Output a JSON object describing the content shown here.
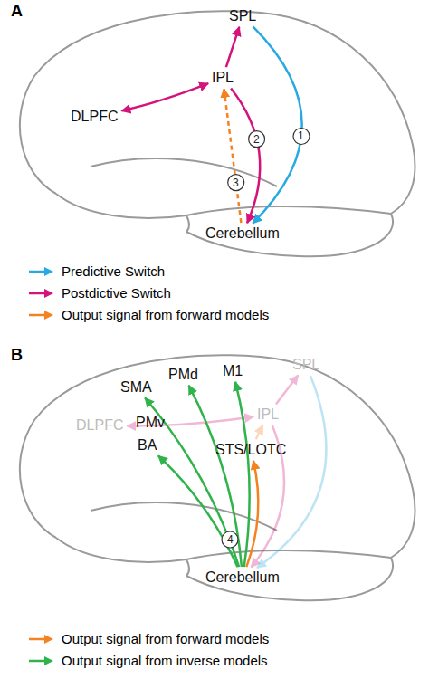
{
  "diagram": {
    "nodes": [
      {
        "text": [
          "SPL"
        ]
      },
      {
        "text": [
          "IPL"
        ]
      },
      {
        "text": [
          "DLPFC"
        ]
      },
      {
        "text": [
          "Cerebellum"
        ]
      },
      {
        "text": [
          "SMA"
        ]
      },
      {
        "text": [
          "PMd"
        ]
      },
      {
        "text": [
          "M1"
        ]
      },
      {
        "text": [
          "SPL"
        ]
      },
      {
        "text": [
          "DLPFC"
        ]
      },
      {
        "text": [
          "IPL"
        ]
      },
      {
        "text": [
          "PMv"
        ]
      },
      {
        "text": [
          "BA"
        ]
      },
      {
        "text": [
          "STS/LOTC"
        ]
      },
      {
        "text": [
          "Cerebellum"
        ]
      }
    ],
    "edges": [
      {
        "from": 2,
        "to": 1,
        "arrow": "both"
      },
      {
        "from": 1,
        "to": 0,
        "arrow": "to"
      },
      {
        "from": 0,
        "to": 3,
        "arrow": "to",
        "label": "1"
      },
      {
        "from": 1,
        "to": 3,
        "arrow": "to",
        "label": "2"
      },
      {
        "from": 3,
        "to": 1,
        "arrow": "to",
        "label": "3"
      },
      {
        "from": 8,
        "to": 9,
        "arrow": "both"
      },
      {
        "from": 9,
        "to": 7,
        "arrow": "to"
      },
      {
        "from": 9,
        "to": 13,
        "arrow": "to"
      },
      {
        "from": 7,
        "to": 13,
        "arrow": "to"
      },
      {
        "from": 12,
        "to": 9,
        "arrow": "to"
      },
      {
        "from": 13,
        "to": 12,
        "arrow": "to"
      },
      {
        "from": 13,
        "to": 4,
        "arrow": "to"
      },
      {
        "from": 13,
        "to": 5,
        "arrow": "to"
      },
      {
        "from": 13,
        "to": 6,
        "arrow": "to"
      },
      {
        "from": 13,
        "to": 11,
        "arrow": "to"
      }
    ],
    "labels": [
      "A",
      "B",
      "4"
    ],
    "legend": [
      {
        "text": "Predictive Switch",
        "color": "#27a9e1"
      },
      {
        "text": "Postdictive Switch",
        "color": "#d4147a"
      },
      {
        "text": "Output signal from forward models",
        "color": "#f58220"
      },
      {
        "text": "Output signal from forward models",
        "color": "#f58220"
      },
      {
        "text": "Output signal from inverse models",
        "color": "#2fb34a"
      }
    ]
  }
}
